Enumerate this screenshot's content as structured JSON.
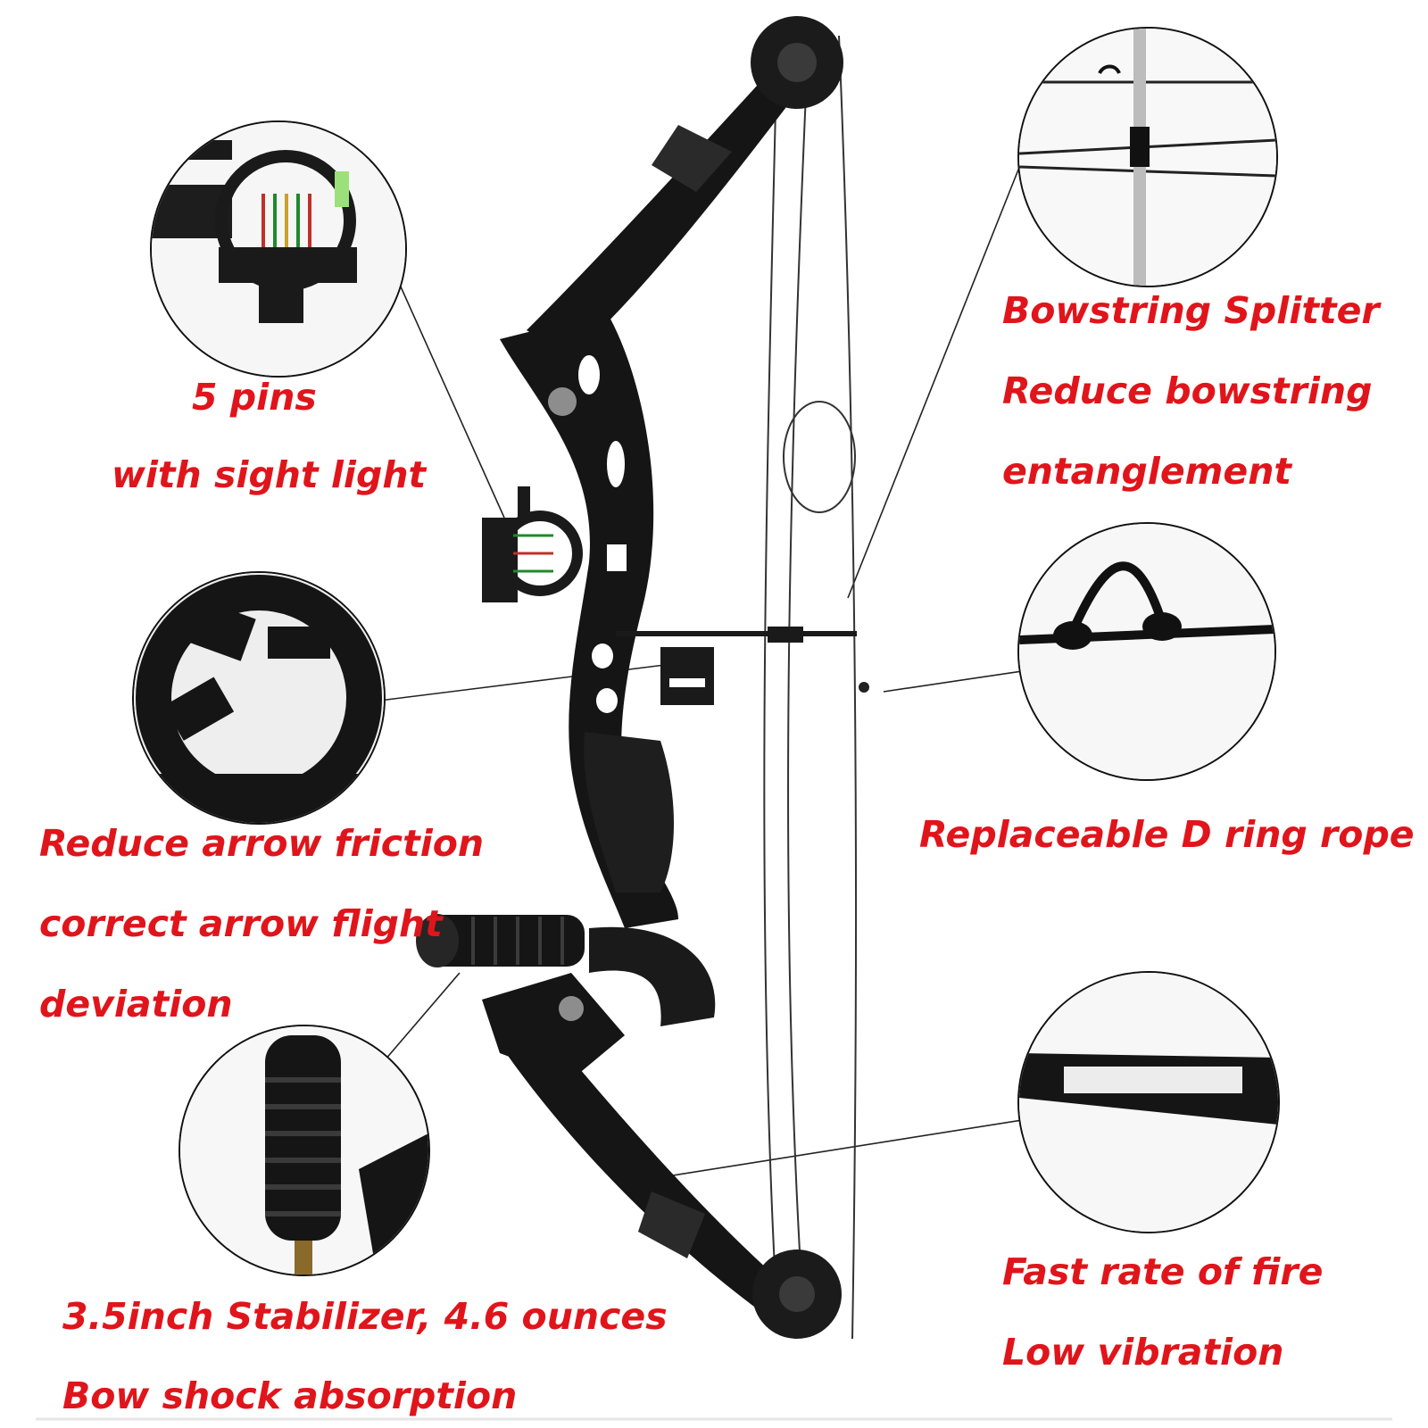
{
  "callouts": {
    "sight": {
      "line1": "5 pins",
      "line2": "with sight light",
      "icon": "bow-sight-icon"
    },
    "splitter": {
      "line1": "Bowstring Splitter",
      "line2": "Reduce bowstring",
      "line3": "entanglement",
      "icon": "string-splitter-icon"
    },
    "rest": {
      "line1": "Reduce arrow friction",
      "line2": "correct arrow flight",
      "line3": "deviation",
      "icon": "arrow-rest-icon"
    },
    "dring": {
      "line1": "Replaceable D ring rope",
      "icon": "d-loop-rope-icon"
    },
    "stabilizer": {
      "line1": "3.5inch Stabilizer, 4.6 ounces",
      "line2": "Bow shock absorption",
      "icon": "stabilizer-icon"
    },
    "limb": {
      "line1": "Fast rate of fire",
      "line2": "Low vibration",
      "icon": "limb-icon"
    }
  },
  "colors": {
    "label_red": "#e0151b",
    "bow_black": "#151515"
  }
}
